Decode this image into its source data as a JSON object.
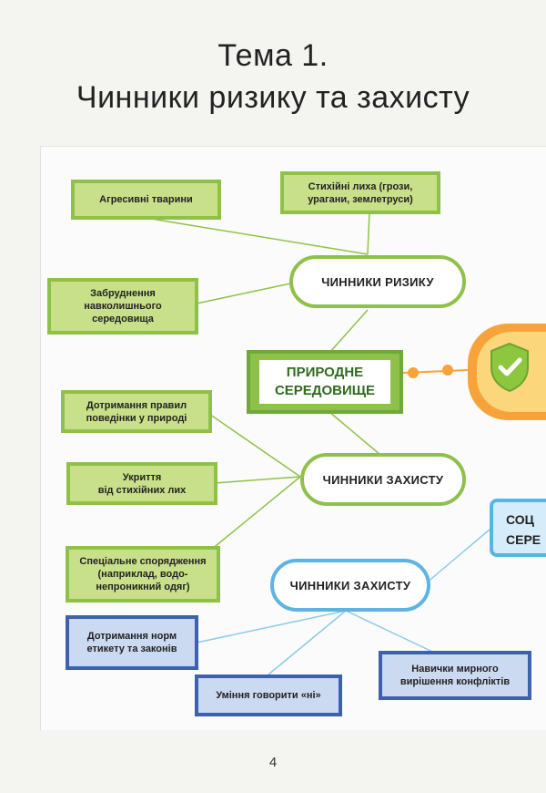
{
  "title": {
    "line1": "Тема 1.",
    "line2": "Чинники ризику та захисту"
  },
  "center": {
    "line1": "ПРИРОДНЕ",
    "line2": "СЕРЕДОВИЩЕ"
  },
  "risk_hub": "ЧИННИКИ РИЗИКУ",
  "protect_hub_1": "ЧИННИКИ ЗАХИСТУ",
  "protect_hub_2": "ЧИННИКИ ЗАХИСТУ",
  "risk_items": [
    {
      "lines": [
        "Агресивні тварини"
      ]
    },
    {
      "lines": [
        "Стихійні лиха (грози,",
        "урагани, землетруси)"
      ]
    },
    {
      "lines": [
        "Забруднення",
        "навколишнього",
        "середовища"
      ]
    }
  ],
  "protect_items_1": [
    {
      "lines": [
        "Дотримання правил",
        "поведінки у природі"
      ]
    },
    {
      "lines": [
        "Укриття",
        "від стихійних лих"
      ]
    },
    {
      "lines": [
        "Спеціальне спорядження",
        "(наприклад, водо-",
        "непроникний одяг)"
      ]
    }
  ],
  "protect_items_2": [
    {
      "lines": [
        "Дотримання норм",
        "етикету та законів"
      ]
    },
    {
      "lines": [
        "Уміння говорити «ні»"
      ]
    },
    {
      "lines": [
        "Навички мирного",
        "вирішення конфліктів"
      ]
    }
  ],
  "social_partial": {
    "line1": "СОЦ",
    "line2": "СЕРЕ"
  },
  "page_number": "4",
  "colors": {
    "green_fill": "#c9e08a",
    "green_border": "#8fc14a",
    "blue_fill": "#cbd9f1",
    "blue_border": "#3d61ad",
    "light_blue_border": "#5cb3e4",
    "orange": "#f7a33a",
    "shield_green": "#8dc63f"
  }
}
